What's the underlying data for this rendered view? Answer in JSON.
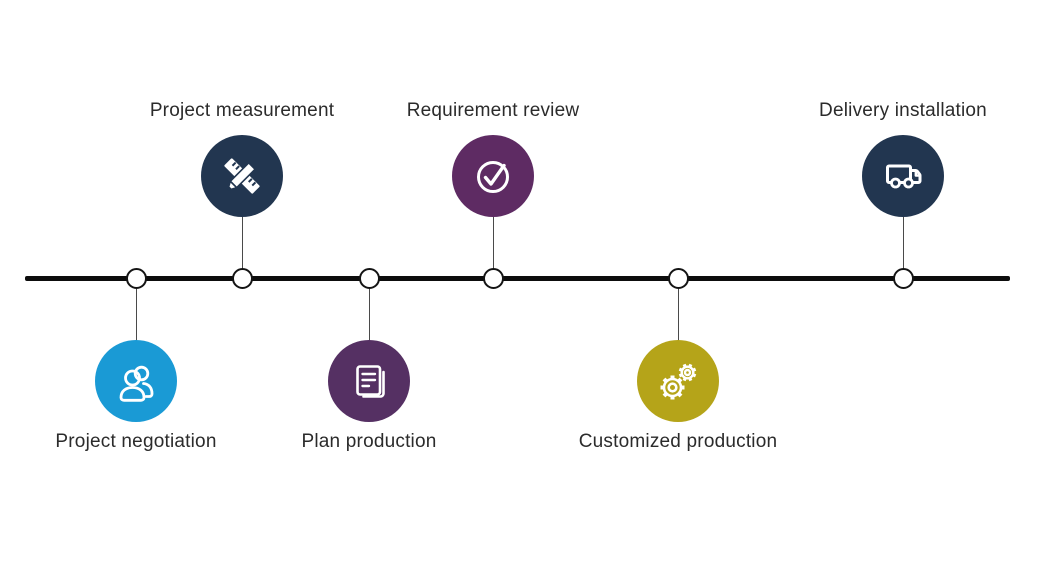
{
  "diagram": {
    "type": "process-timeline",
    "background": "#ffffff",
    "timeline": {
      "color": "#0d0d0d",
      "node_fill": "#ffffff",
      "node_border": "#141414"
    },
    "steps": [
      {
        "label": "Project negotiation",
        "icon": "people-icon",
        "color": "#1a9ad5",
        "position": "below"
      },
      {
        "label": "Project measurement",
        "icon": "ruler-pencil-icon",
        "color": "#223650",
        "position": "above"
      },
      {
        "label": "Plan production",
        "icon": "document-icon",
        "color": "#553063",
        "position": "below"
      },
      {
        "label": "Requirement review",
        "icon": "check-circle-icon",
        "color": "#5e2b63",
        "position": "above"
      },
      {
        "label": "Customized production",
        "icon": "gears-icon",
        "color": "#b5a419",
        "position": "below"
      },
      {
        "label": "Delivery installation",
        "icon": "truck-icon",
        "color": "#223650",
        "position": "above"
      }
    ]
  }
}
